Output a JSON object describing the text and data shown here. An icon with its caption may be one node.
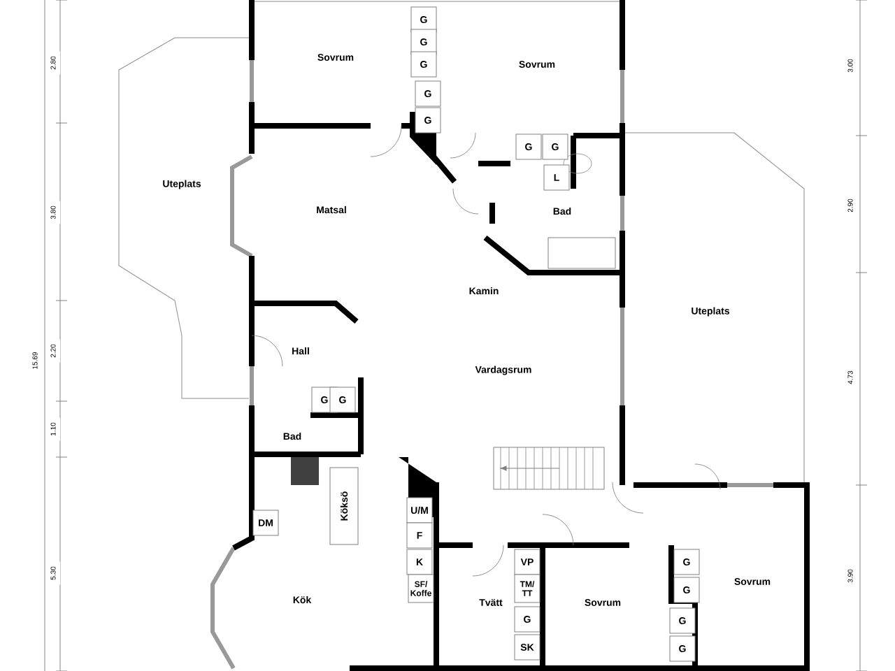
{
  "diagram": {
    "labels": [
      "2.80",
      "3.80",
      "15.69",
      "2.20",
      "1.10",
      "5.30",
      "3.00",
      "2.90",
      "4.73",
      "3.90",
      "Sovrum",
      "G",
      "G",
      "G",
      "G",
      "G",
      "Sovrum",
      "Uteplats",
      "Matsal",
      "G",
      "G",
      "L",
      "Bad",
      "Kamin",
      "Uteplats",
      "Hall",
      "Vardagsrum",
      "G",
      "G",
      "Bad",
      "DM",
      "Köksö",
      "U/M",
      "F",
      "K",
      "SF/ Koffe",
      "Kök",
      "VP",
      "Tvätt",
      "TM/ TT",
      "Sovrum",
      "G",
      "Sovrum",
      "G",
      "G",
      "G",
      "SK",
      "G"
    ]
  }
}
